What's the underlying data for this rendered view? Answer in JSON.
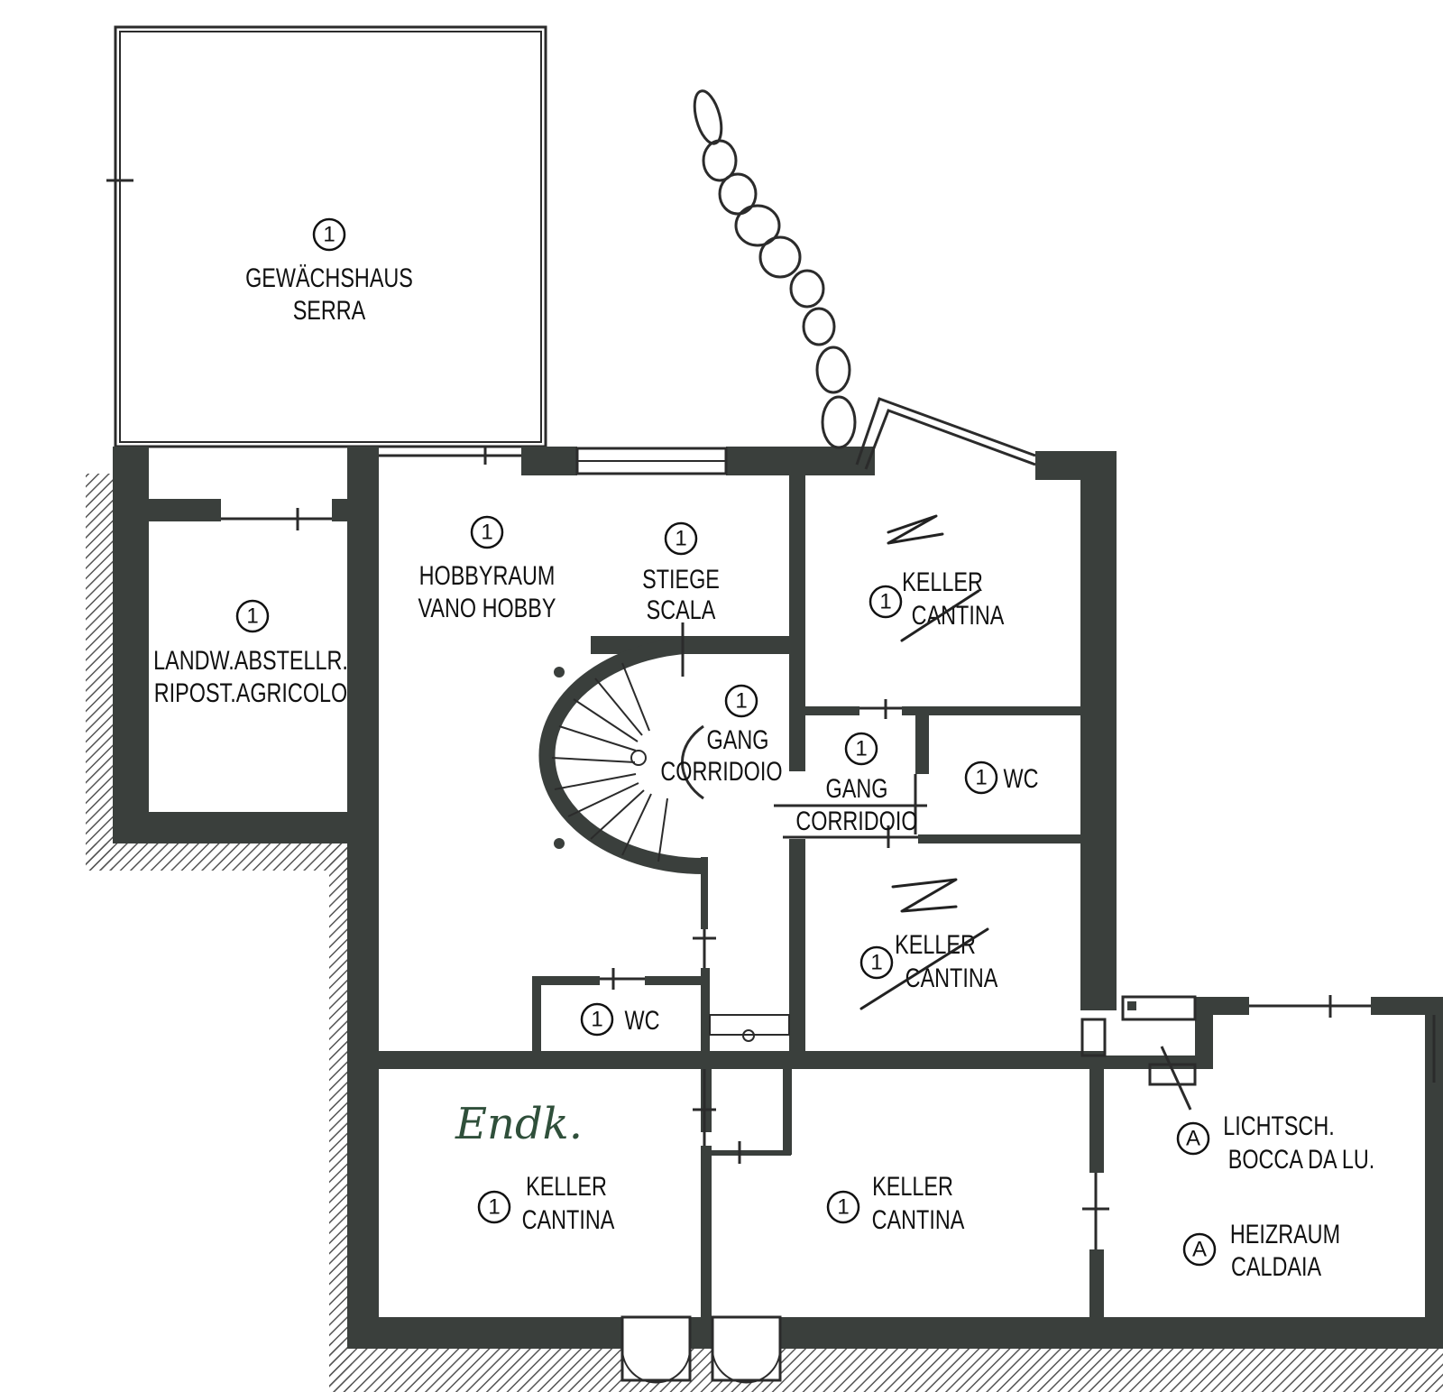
{
  "rooms": {
    "greenhouse": {
      "number": "1",
      "line1": "GEWÄCHSHAUS",
      "line2": "SERRA"
    },
    "hobby": {
      "number": "1",
      "line1": "HOBBYRAUM",
      "line2": "VANO HOBBY"
    },
    "stairs": {
      "number": "1",
      "line1": "STIEGE",
      "line2": "SCALA"
    },
    "storage_agri": {
      "number": "1",
      "line1": "LANDW.ABSTELLR.",
      "line2": "RIPOST.AGRICOLO"
    },
    "cellar_ne": {
      "number": "1",
      "line1": "KELLER",
      "line2": "CANTINA"
    },
    "corridor_main": {
      "number": "1",
      "line1": "GANG",
      "line2": "CORRIDOIO"
    },
    "corridor_small": {
      "number": "1",
      "line1": "GANG",
      "line2": "CORRIDOIO"
    },
    "wc_east": {
      "number": "1",
      "label": "WC"
    },
    "cellar_mid": {
      "number": "1",
      "line1": "KELLER",
      "line2": "CANTINA"
    },
    "wc_south": {
      "number": "1",
      "label": "WC"
    },
    "cellar_sw": {
      "number": "1",
      "line1": "KELLER",
      "line2": "CANTINA"
    },
    "cellar_s": {
      "number": "1",
      "line1": "KELLER",
      "line2": "CANTINA"
    },
    "lightwell": {
      "number": "A",
      "line1": "LICHTSCH.",
      "line2": "BOCCA DA LU."
    },
    "boiler": {
      "number": "A",
      "line1": "HEIZRAUM",
      "line2": "CALDAIA"
    }
  },
  "annotations": {
    "z_mark": "Z",
    "handwritten_note": "Endk."
  },
  "colors": {
    "wall": "#3a3f3c",
    "line": "#2b2b2b",
    "hatch": "#555555",
    "note": "#2f4f3a"
  }
}
